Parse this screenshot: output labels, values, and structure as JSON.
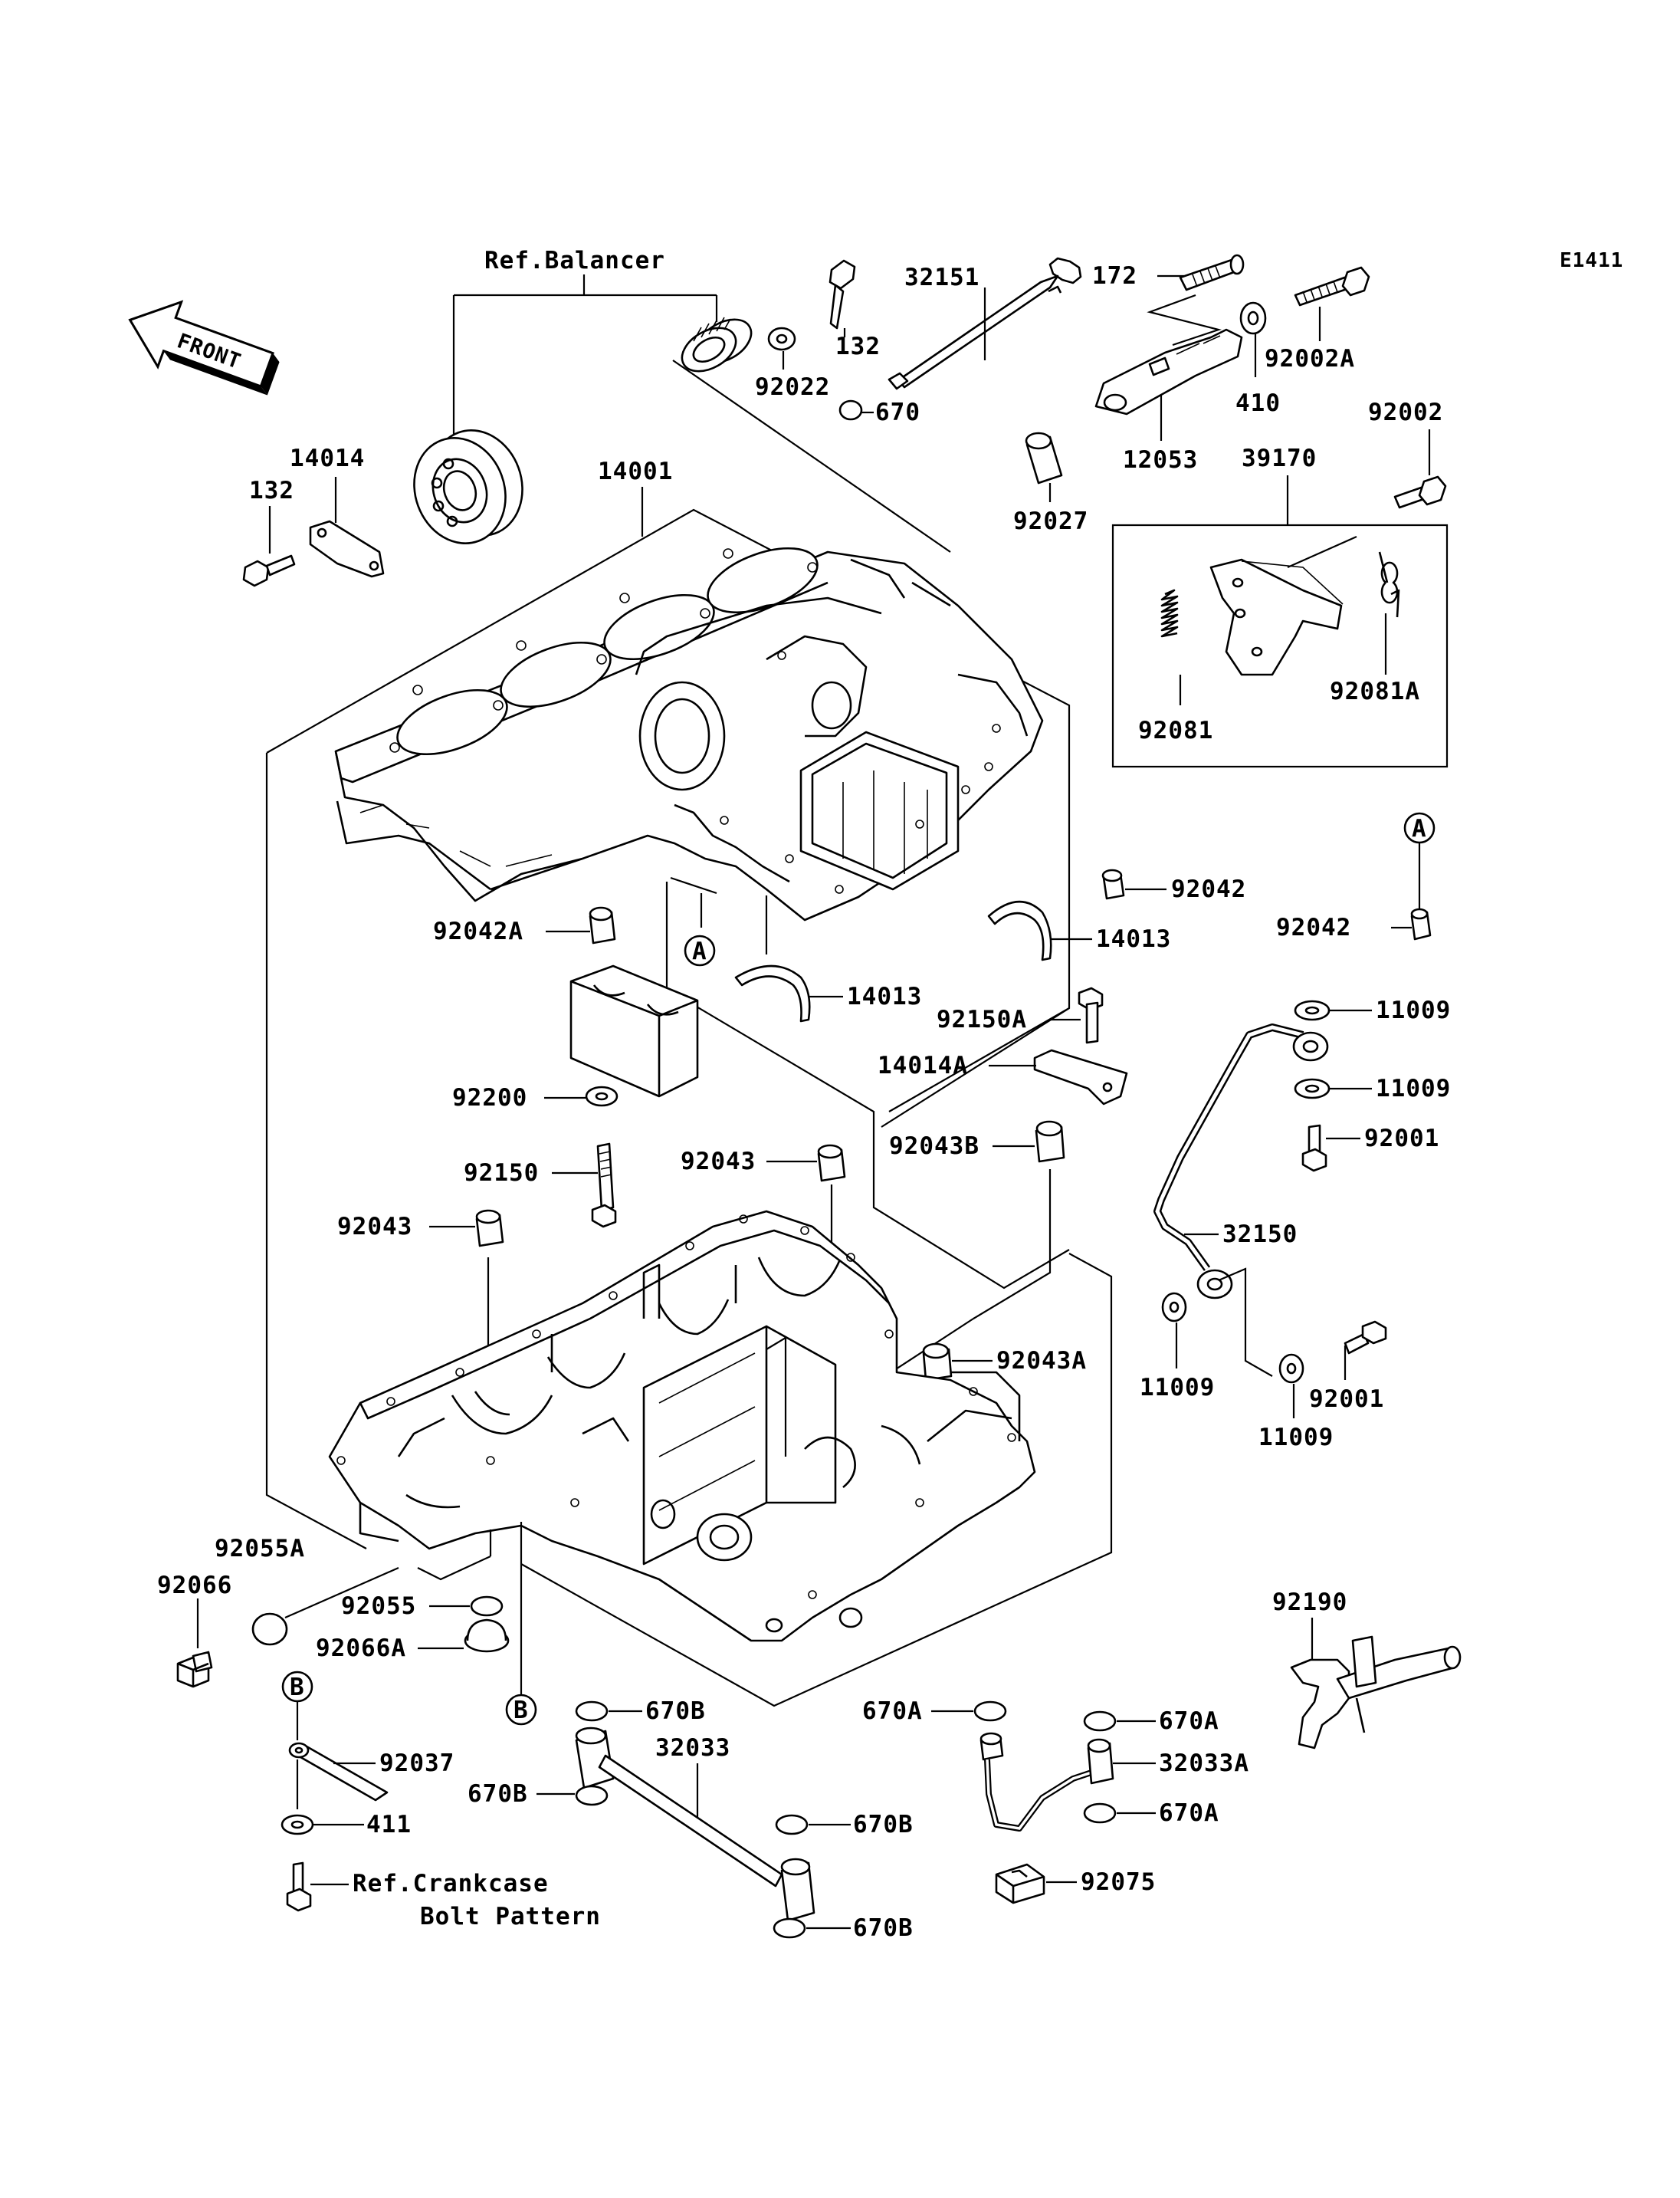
{
  "diagram_code": "E1411",
  "front_label": "FRONT",
  "ref_balancer": "Ref.Balancer",
  "ref_crankcase_line1": "Ref.Crankcase",
  "ref_crankcase_line2": "Bolt Pattern",
  "markers": {
    "a1": "A",
    "a2": "A",
    "b1": "B",
    "b2": "B"
  },
  "labels": {
    "p32151": "32151",
    "p172": "172",
    "p132_top": "132",
    "p92022": "92022",
    "p670": "670",
    "p92002A": "92002A",
    "p410": "410",
    "p12053": "12053",
    "p92027": "92027",
    "p92002": "92002",
    "p39170": "39170",
    "p14014": "14014",
    "p132_left": "132",
    "p14001": "14001",
    "p92081": "92081",
    "p92081A": "92081A",
    "p92042_top": "92042",
    "p92042_right": "92042",
    "p14013_upper": "14013",
    "p14013_lower": "14013",
    "p92042A": "92042A",
    "p92150A": "92150A",
    "p11009_1": "11009",
    "p14014A": "14014A",
    "p11009_2": "11009",
    "p92200": "92200",
    "p92001_1": "92001",
    "p92150": "92150",
    "p92043_mid": "92043",
    "p92043B": "92043B",
    "p92043_left": "92043",
    "p32150": "32150",
    "p92043A": "92043A",
    "p11009_3": "11009",
    "p92001_2": "92001",
    "p11009_4": "11009",
    "p92055A": "92055A",
    "p92066": "92066",
    "p92055": "92055",
    "p92066A": "92066A",
    "p92190": "92190",
    "p670B_1": "670B",
    "p32033": "32033",
    "p670A_1": "670A",
    "p670A_2": "670A",
    "p92037": "92037",
    "p670B_2": "670B",
    "p32033A": "32033A",
    "p670B_3": "670B",
    "p670A_3": "670A",
    "p411": "411",
    "p92075": "92075",
    "p670B_4": "670B"
  }
}
